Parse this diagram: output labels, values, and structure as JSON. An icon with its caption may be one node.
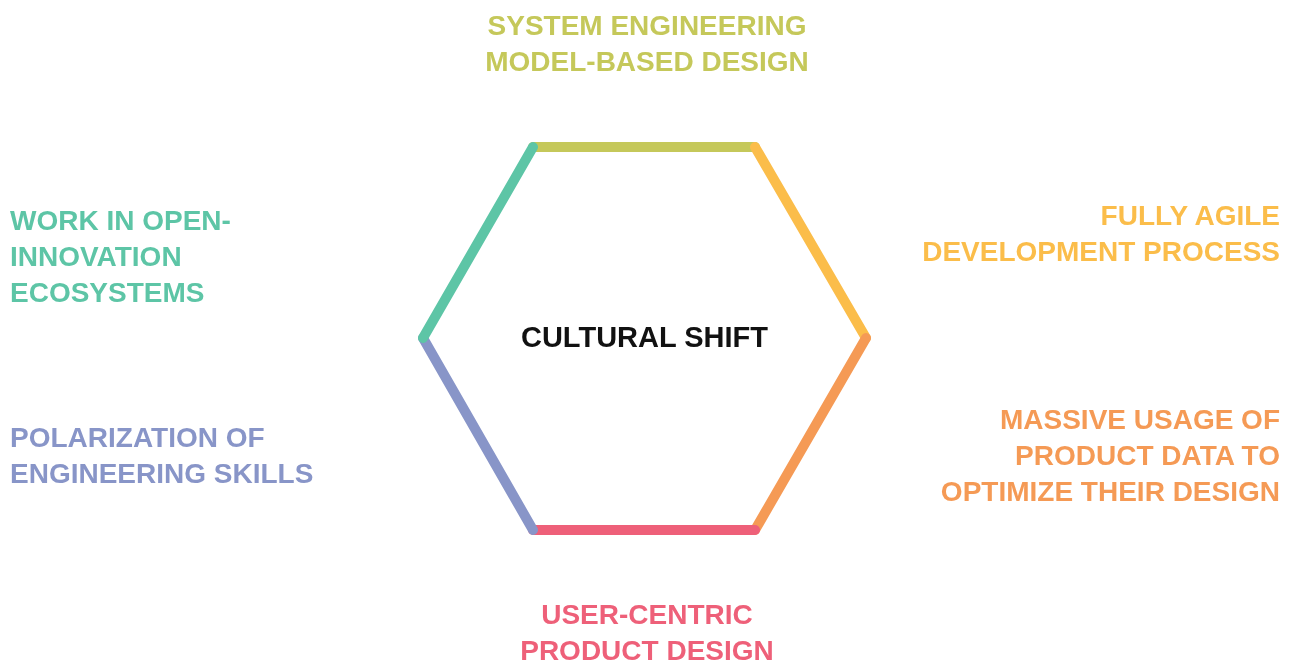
{
  "diagram": {
    "nodes": [
      {
        "text": [
          "CULTURAL SHIFT"
        ]
      }
    ],
    "edges": [],
    "labels": [
      "SYSTEM ENGINEERING MODEL-BASED DESIGN",
      "WORK IN OPEN-INNOVATION ECOSYSTEMS",
      "FULLY AGILE DEVELOPMENT PROCESS",
      "POLARIZATION OF ENGINEERING SKILLS",
      "MASSIVE USAGE OF PRODUCT DATA TO OPTIMIZE THEIR DESIGN",
      "USER-CENTRIC PRODUCT DESIGN"
    ]
  }
}
